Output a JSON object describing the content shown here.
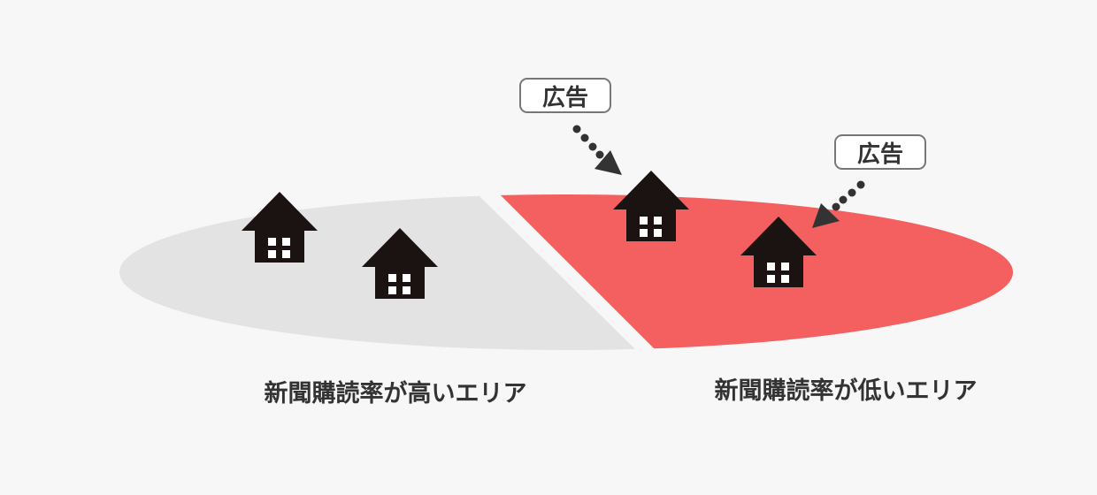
{
  "colors": {
    "background": "#f7f7f7",
    "high_area": "#e3e3e3",
    "low_area": "#f45f5f",
    "house": "#1a1311",
    "text": "#333333"
  },
  "callouts": [
    {
      "label": "広告"
    },
    {
      "label": "広告"
    }
  ],
  "areas": [
    {
      "label": "新聞購読率が高いエリア"
    },
    {
      "label": "新聞購読率が低いエリア"
    }
  ]
}
